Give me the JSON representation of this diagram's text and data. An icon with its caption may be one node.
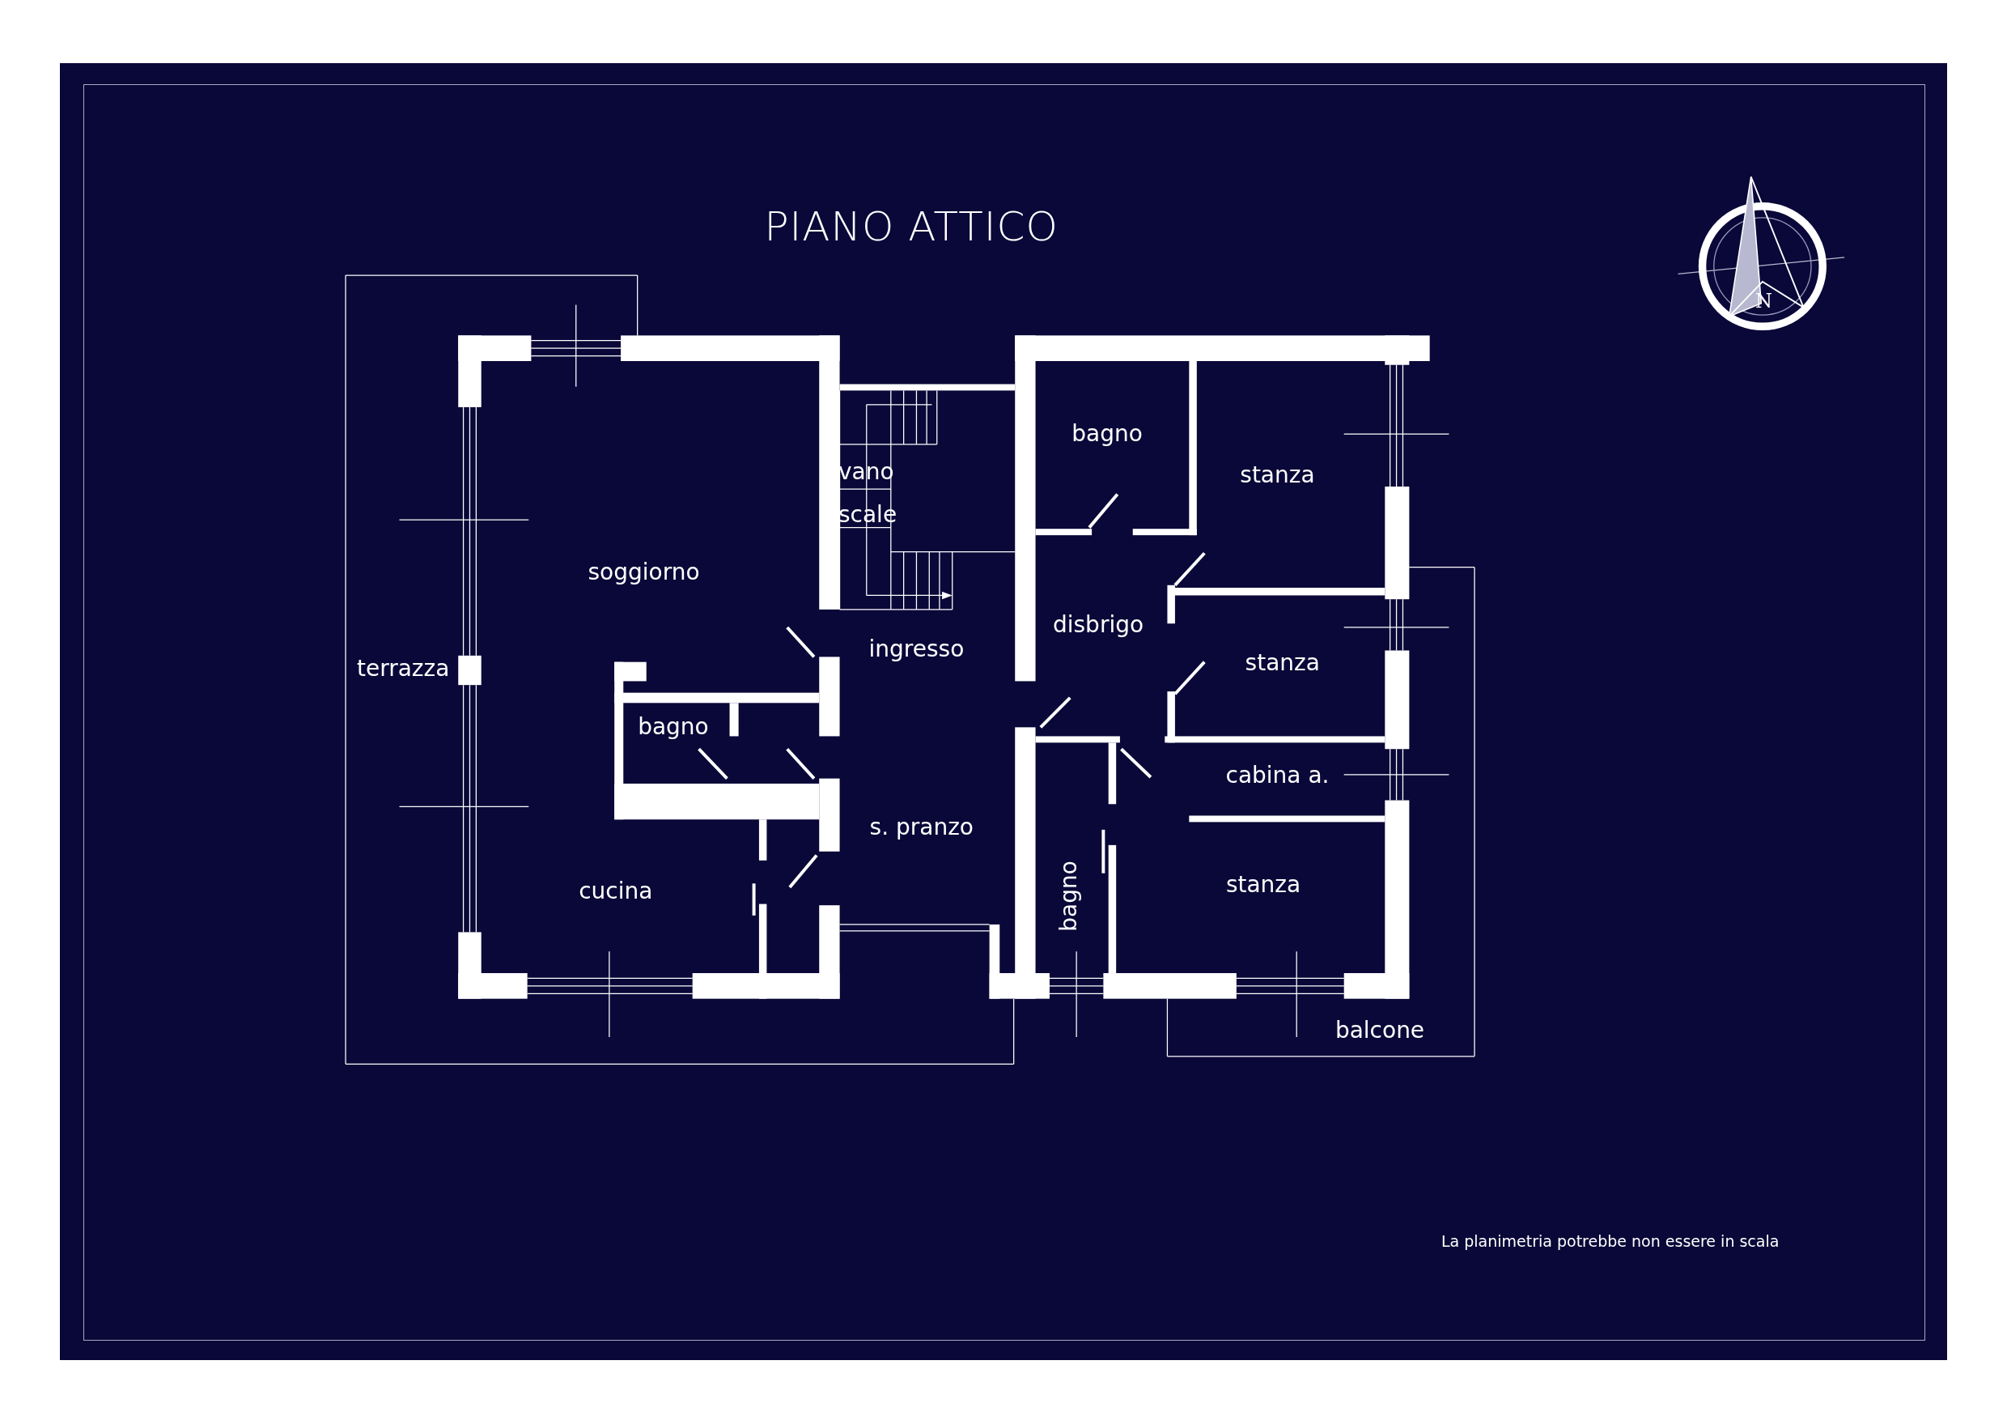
{
  "diagram": {
    "title": "PIANO ATTICO",
    "labels": [
      "N",
      "bagno",
      "stanza",
      "vano scale",
      "soggiorno",
      "disbrigo",
      "ingresso",
      "terrazza",
      "stanza",
      "bagno",
      "cabina a.",
      "s. pranzo",
      "stanza",
      "cucina",
      "bagno",
      "balcone",
      "La planimetria potrebbe non essere in scala"
    ]
  }
}
